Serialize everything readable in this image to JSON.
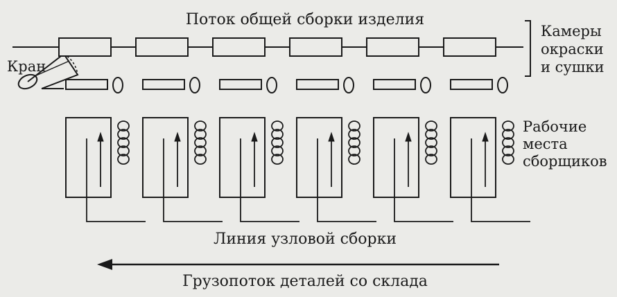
{
  "labels": {
    "main_flow": "Поток общей сборки изделия",
    "paint_line1": "Камеры",
    "paint_line2": "окраски",
    "paint_line3": "и сушки",
    "crane": "Кран",
    "workplaces_line1": "Рабочие",
    "workplaces_line2": "места",
    "workplaces_line3": "сборщиков",
    "subassembly_line": "Линия узловой сборки",
    "parts_flow": "Грузопоток деталей со склада"
  },
  "colors": {
    "background": "#ebebe8",
    "ink": "#1a1a1a"
  },
  "stations": 6
}
